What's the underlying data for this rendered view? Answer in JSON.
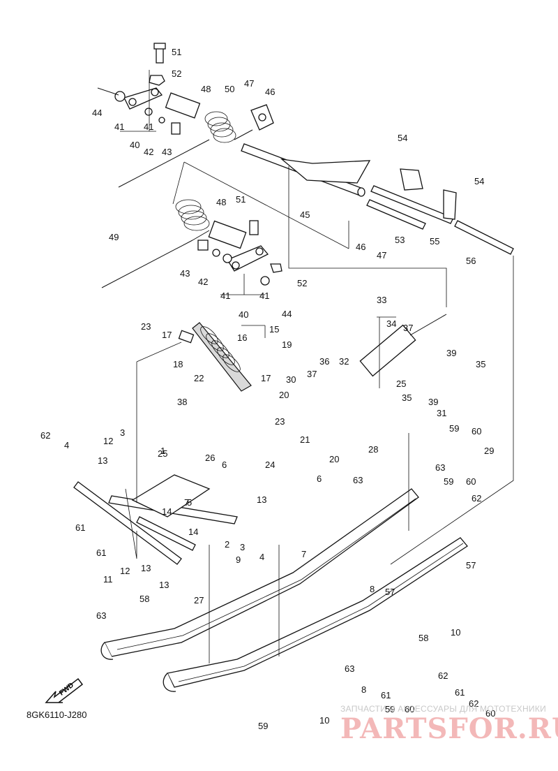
{
  "diagram_code": "8GK6110-J280",
  "watermark": {
    "caption": "ЗАПЧАСТИ И АКСЕССУАРЫ ДЛЯ МОТОТЕХНИКИ",
    "brand": "PARTSFOR.RU",
    "brand_color": "#f3b8b8"
  },
  "direction_badge": "FWD",
  "callouts": [
    "51",
    "52",
    "44",
    "48",
    "50",
    "47",
    "46",
    "41",
    "41",
    "40",
    "42",
    "43",
    "54",
    "54",
    "45",
    "46",
    "47",
    "53",
    "55",
    "56",
    "49",
    "48",
    "51",
    "43",
    "42",
    "41",
    "41",
    "40",
    "52",
    "44",
    "33",
    "34",
    "37",
    "23",
    "17",
    "15",
    "16",
    "18",
    "19",
    "17",
    "39",
    "35",
    "36",
    "32",
    "37",
    "30",
    "20",
    "22",
    "25",
    "35",
    "39",
    "38",
    "23",
    "21",
    "28",
    "31",
    "59",
    "60",
    "62",
    "4",
    "3",
    "12",
    "13",
    "1",
    "25",
    "7",
    "6",
    "24",
    "26",
    "20",
    "29",
    "61",
    "14",
    "13",
    "5",
    "14",
    "2",
    "3",
    "6",
    "63",
    "63",
    "59",
    "60",
    "62",
    "61",
    "13",
    "11",
    "12",
    "13",
    "9",
    "4",
    "7",
    "58",
    "27",
    "8",
    "57",
    "57",
    "63",
    "10",
    "58",
    "63",
    "8",
    "61",
    "62",
    "61",
    "62",
    "60",
    "59",
    "60",
    "59",
    "10",
    "27"
  ]
}
